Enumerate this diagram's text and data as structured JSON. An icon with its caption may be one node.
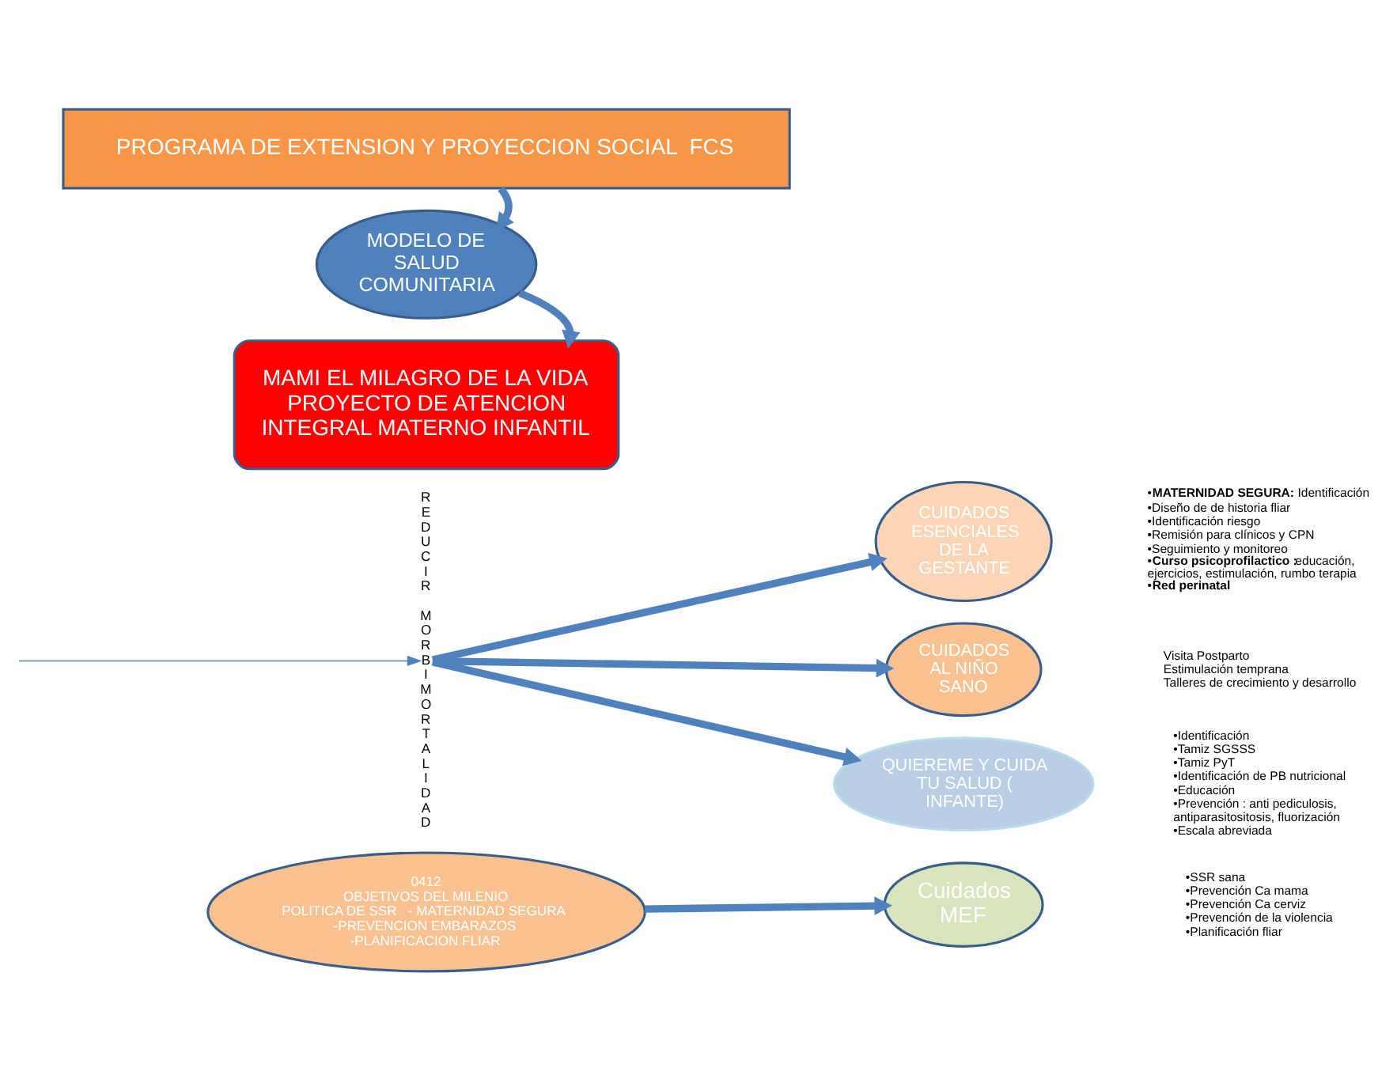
{
  "diagram": {
    "nodes": [
      {
        "text": [
          "PROGRAMA DE EXTENSION Y PROYECCION SOCIAL  FCS"
        ]
      },
      {
        "text": [
          "MODELO DE SALUD COMUNITARIA"
        ]
      },
      {
        "text": [
          "MAMI EL MILAGRO DE LA VIDA",
          "PROYECTO DE ATENCION INTEGRAL MATERNO INFANTIL"
        ]
      },
      {
        "text": [
          "REDUCIR MORBIMORTALIDAD"
        ]
      },
      {
        "text": [
          "CUIDADOS ESENCIALES DE LA GESTANTE"
        ],
        "beside": [
          "•**MATERNIDAD SEGURA:**Identificación",
          "•Diseño de de historia fliar",
          "•Identificación riesgo",
          "•Remisión para clínicos y CPN",
          "•Seguimiento y monitoreo",
          "•**Curso psicoprofilactico :**educación, ejercicios, estimulación, rumbo terapia",
          "•**Red perinatal**"
        ]
      },
      {
        "text": [
          "CUIDADOS AL NIÑO SANO"
        ],
        "beside": [
          "Visita Postparto",
          "Estimulación temprana",
          "Talleres de crecimiento y desarrollo"
        ]
      },
      {
        "text": [
          "QUIEREME Y CUIDA TU SALUD ( INFANTE)"
        ],
        "beside": [
          "•Identificación",
          "•Tamiz SGSSS",
          "•Tamiz PyT",
          "•Identificación de PB nutricional",
          "•Educación",
          "•Prevención : anti pediculosis, antiparasitositosis, fluorización",
          "•Escala abreviada"
        ]
      },
      {
        "text": [
          "Cuidados MEF"
        ],
        "beside": [
          "•SSR sana",
          "•Prevención Ca mama",
          "•Prevención Ca cerviz",
          "•Prevención de la violencia",
          "•Planificación fliar"
        ]
      },
      {
        "text": [
          "0412",
          "OBJETIVOS DEL MILENIO",
          "POLITICA DE SSR   - MATERNIDAD SEGURA",
          "-PREVENCION EMBARAZOS",
          "-PLANIFICACION FLIAR"
        ]
      }
    ],
    "edges": [
      {
        "from": 0,
        "to": 1,
        "arrow": "to"
      },
      {
        "from": 1,
        "to": 2,
        "arrow": "to"
      },
      {
        "from": null,
        "to": 3,
        "arrow": "to"
      },
      {
        "from": 3,
        "to": 4,
        "arrow": "to"
      },
      {
        "from": 3,
        "to": 5,
        "arrow": "to"
      },
      {
        "from": 3,
        "to": 6,
        "arrow": "to"
      },
      {
        "from": 8,
        "to": 7,
        "arrow": "to"
      }
    ]
  }
}
